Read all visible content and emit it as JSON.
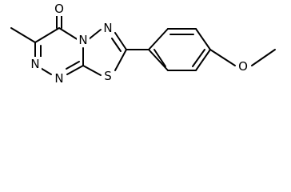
{
  "structure": {
    "atoms": {
      "oxygen_carbonyl": "O",
      "n_ring_1": "N",
      "n_ring_2": "N",
      "n_ring_3": "N",
      "n_ring_4": "N",
      "sulfur": "S",
      "oxygen_methoxy": "O"
    }
  },
  "colors": {
    "bond": "#000000",
    "background": "#ffffff"
  }
}
